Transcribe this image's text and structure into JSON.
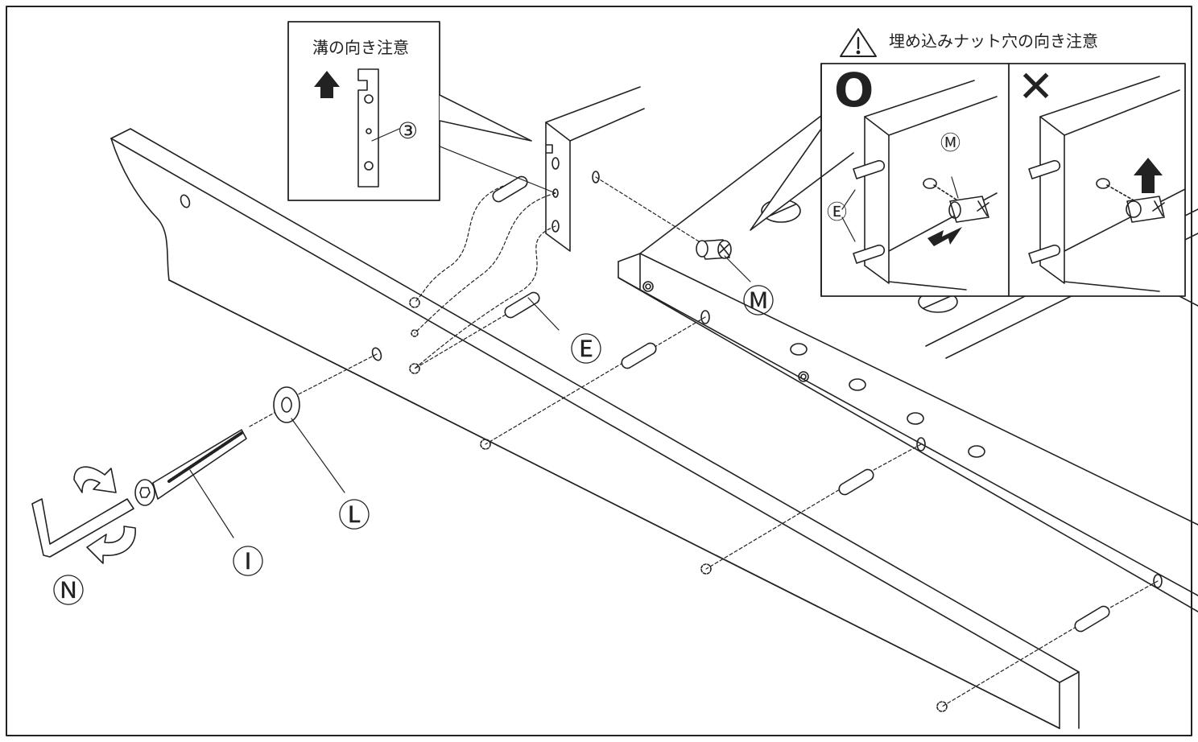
{
  "callouts": {
    "groove": {
      "title": "溝の向き注意",
      "ref_mark": "③"
    },
    "nut": {
      "title": "埋め込みナット穴の向き注意",
      "correct_mark": "O",
      "wrong_mark": "✕",
      "dowel_label": "Ⓔ",
      "nut_label": "Ⓜ"
    }
  },
  "parts": {
    "dowel": "Ⓔ",
    "nut": "Ⓜ",
    "bolt": "Ⓘ",
    "washer": "Ⓛ",
    "wrench": "Ⓝ"
  }
}
